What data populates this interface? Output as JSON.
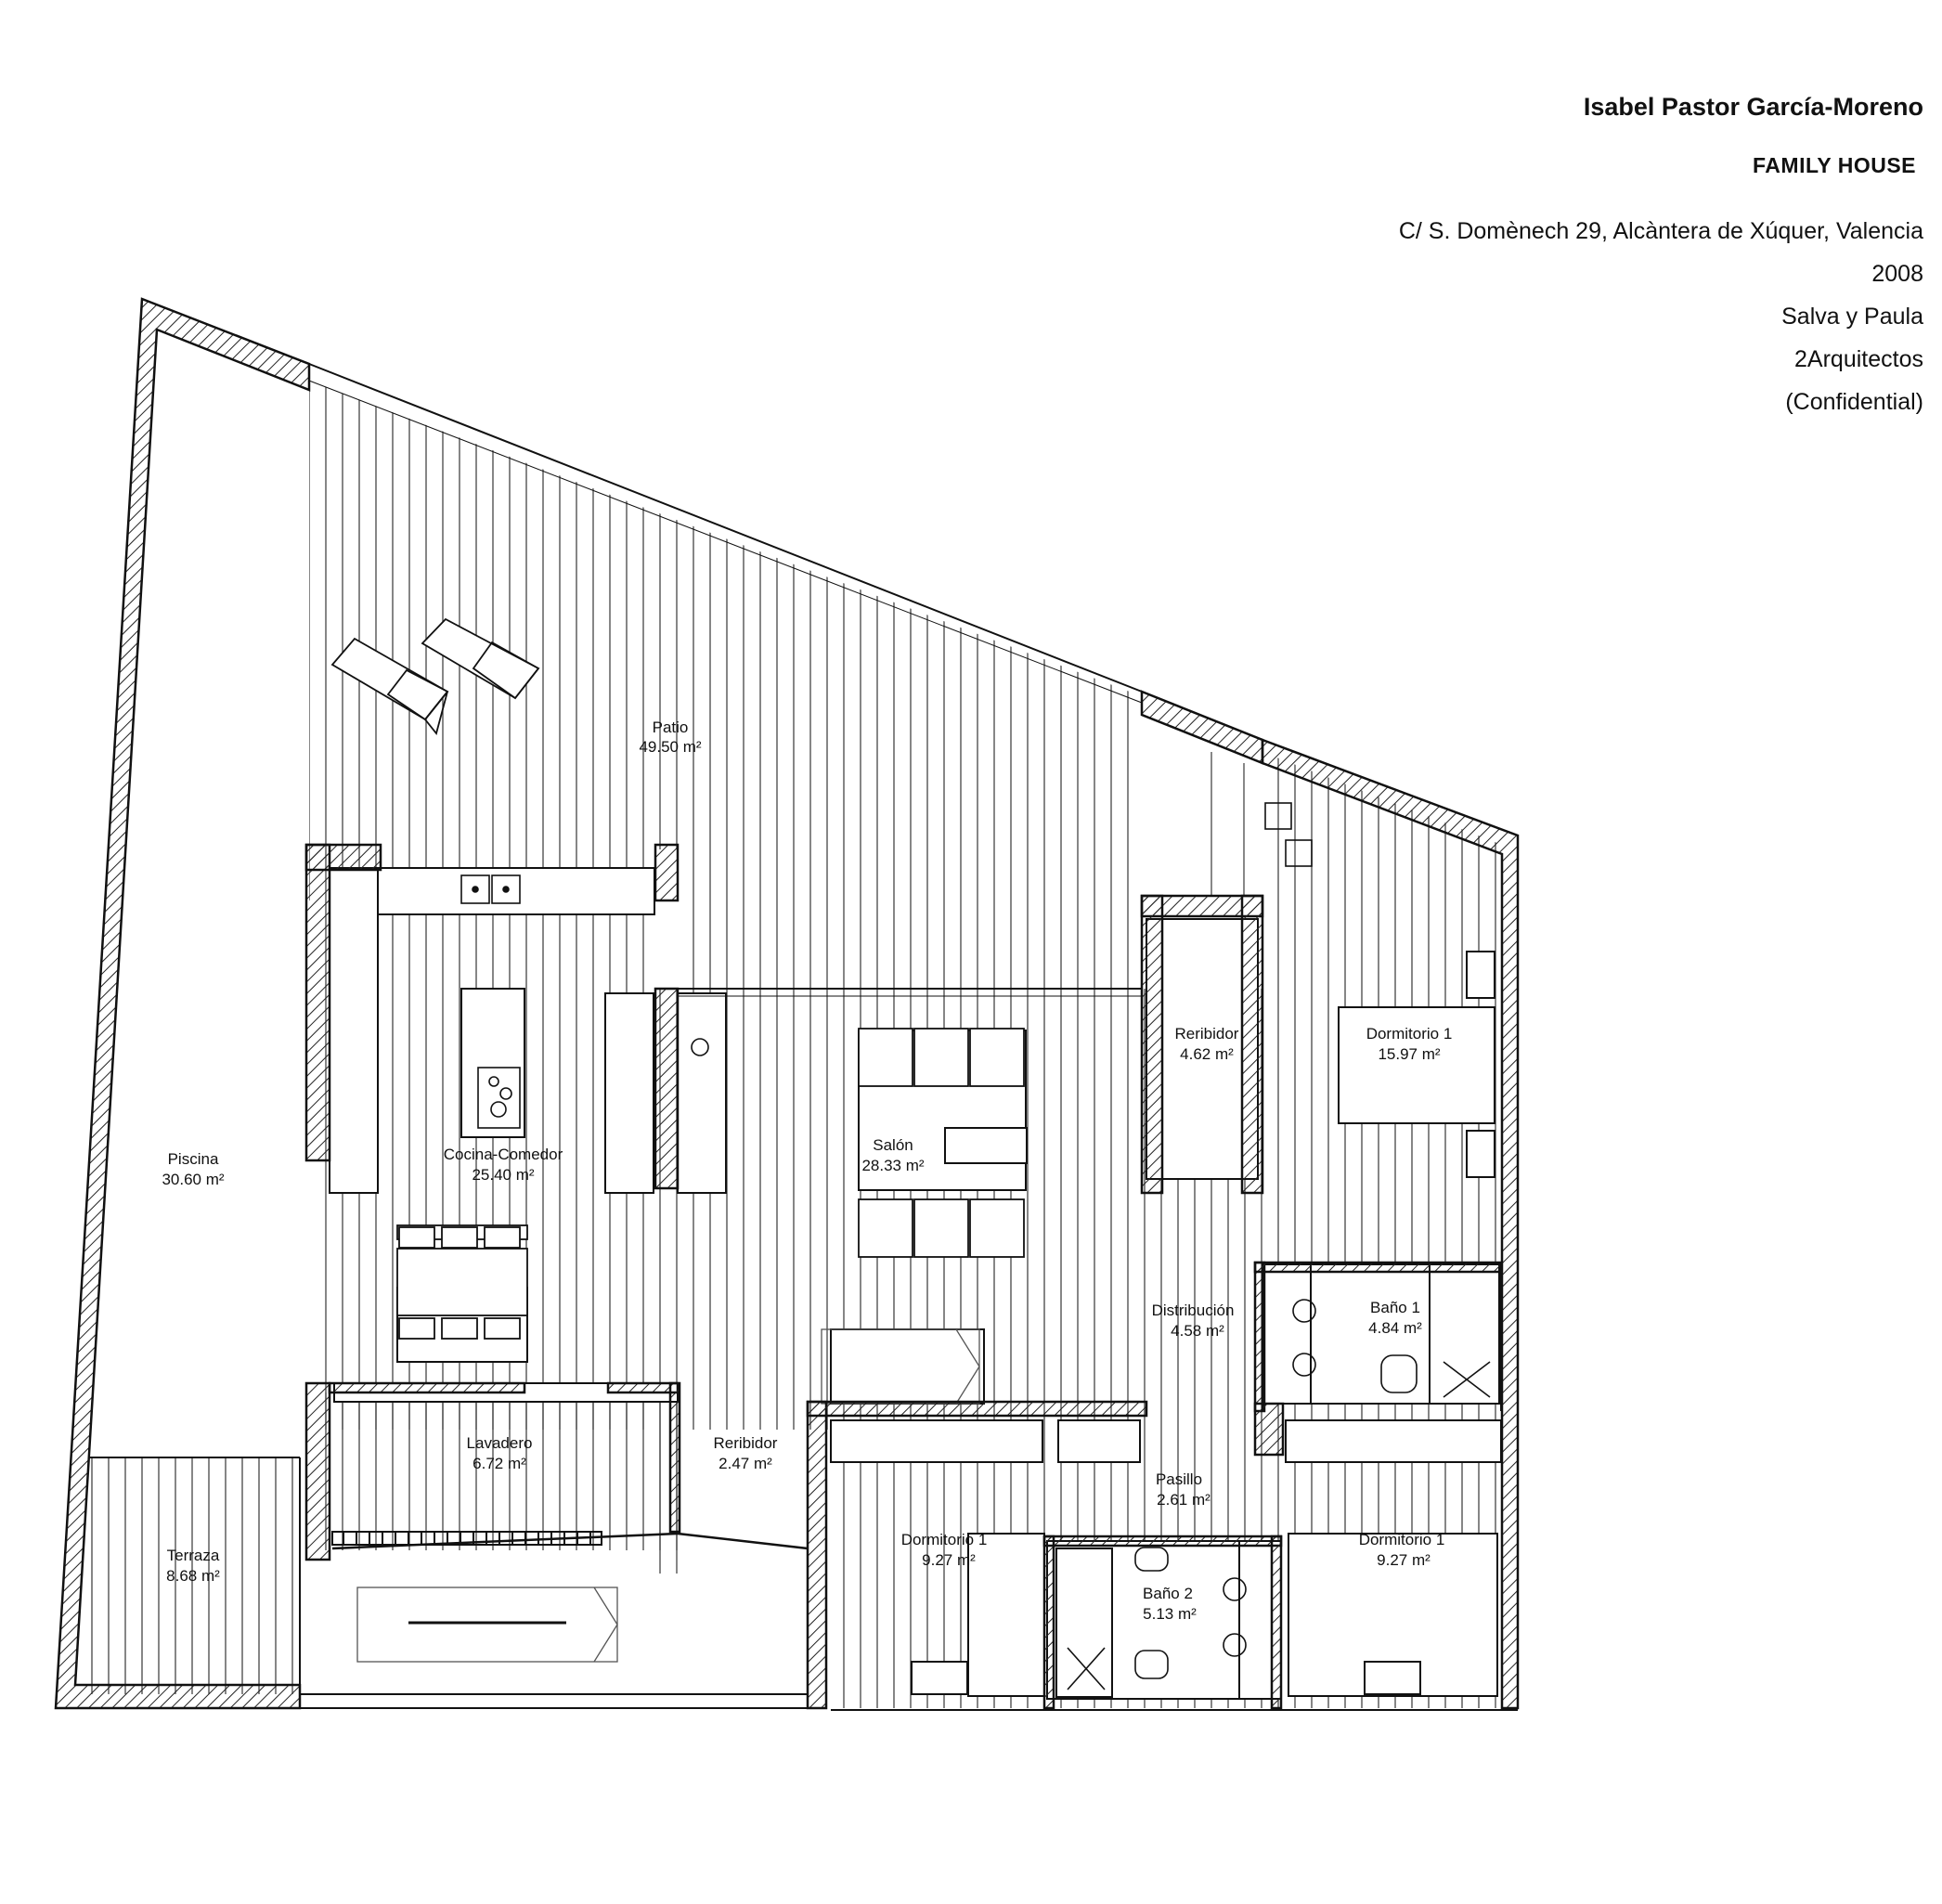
{
  "header": {
    "architect": "Isabel Pastor García-Moreno",
    "project": "FAMILY HOUSE",
    "address": "C/ S. Domènech 29, Alcàntera de Xúquer, Valencia",
    "year": "2008",
    "client": "Salva y Paula",
    "firm": "2Arquitectos",
    "note": "(Confidential)"
  },
  "rooms": {
    "patio": {
      "name": "Patio",
      "area": "49.50 m²"
    },
    "piscina": {
      "name": "Piscina",
      "area": "30.60 m²"
    },
    "cocina": {
      "name": "Cocina-Comedor",
      "area": "25.40 m²"
    },
    "salon": {
      "name": "Salón",
      "area": "28.33 m²"
    },
    "rebidor1": {
      "name": "Reribidor",
      "area": "4.62 m²"
    },
    "dormitorio_main": {
      "name": "Dormitorio 1",
      "area": "15.97 m²"
    },
    "distribucion": {
      "name": "Distribución",
      "area": "4.58 m²"
    },
    "bano1": {
      "name": "Baño 1",
      "area": "4.84 m²"
    },
    "lavadero": {
      "name": "Lavadero",
      "area": "6.72 m²"
    },
    "rebidor2": {
      "name": "Reribidor",
      "area": "2.47 m²"
    },
    "pasillo": {
      "name": "Pasillo",
      "area": "2.61 m²"
    },
    "dormitorio_left": {
      "name": "Dormitorio 1",
      "area": "9.27 m²"
    },
    "dormitorio_right": {
      "name": "Dormitorio 1",
      "area": "9.27 m²"
    },
    "bano2": {
      "name": "Baño 2",
      "area": "5.13 m²"
    },
    "terraza": {
      "name": "Terraza",
      "area": "8.68 m²"
    }
  },
  "colors": {
    "line": "#111111",
    "hatch": "#222222",
    "background": "#ffffff"
  }
}
